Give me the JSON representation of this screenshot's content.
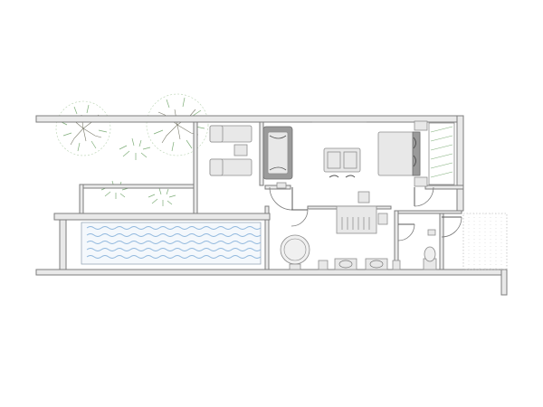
{
  "plan": {
    "colors": {
      "wall_fill": "#e9e9e9",
      "wall_stroke": "#7d7d7d",
      "pool_wave": "#8fb7dd",
      "vegetation": "#7fae79",
      "furniture": "#e8e8e8"
    },
    "rooms": [
      "pool",
      "garden",
      "sun-deck",
      "living-area",
      "bedroom",
      "bathroom",
      "shower",
      "toilet",
      "planter"
    ],
    "icons": [
      "tree-icon",
      "shrub-icon",
      "lounger-icon",
      "sofa-icon",
      "bed-icon",
      "desk-icon",
      "bathtub-icon",
      "sink-icon",
      "toilet-icon",
      "door-swing-icon"
    ]
  }
}
